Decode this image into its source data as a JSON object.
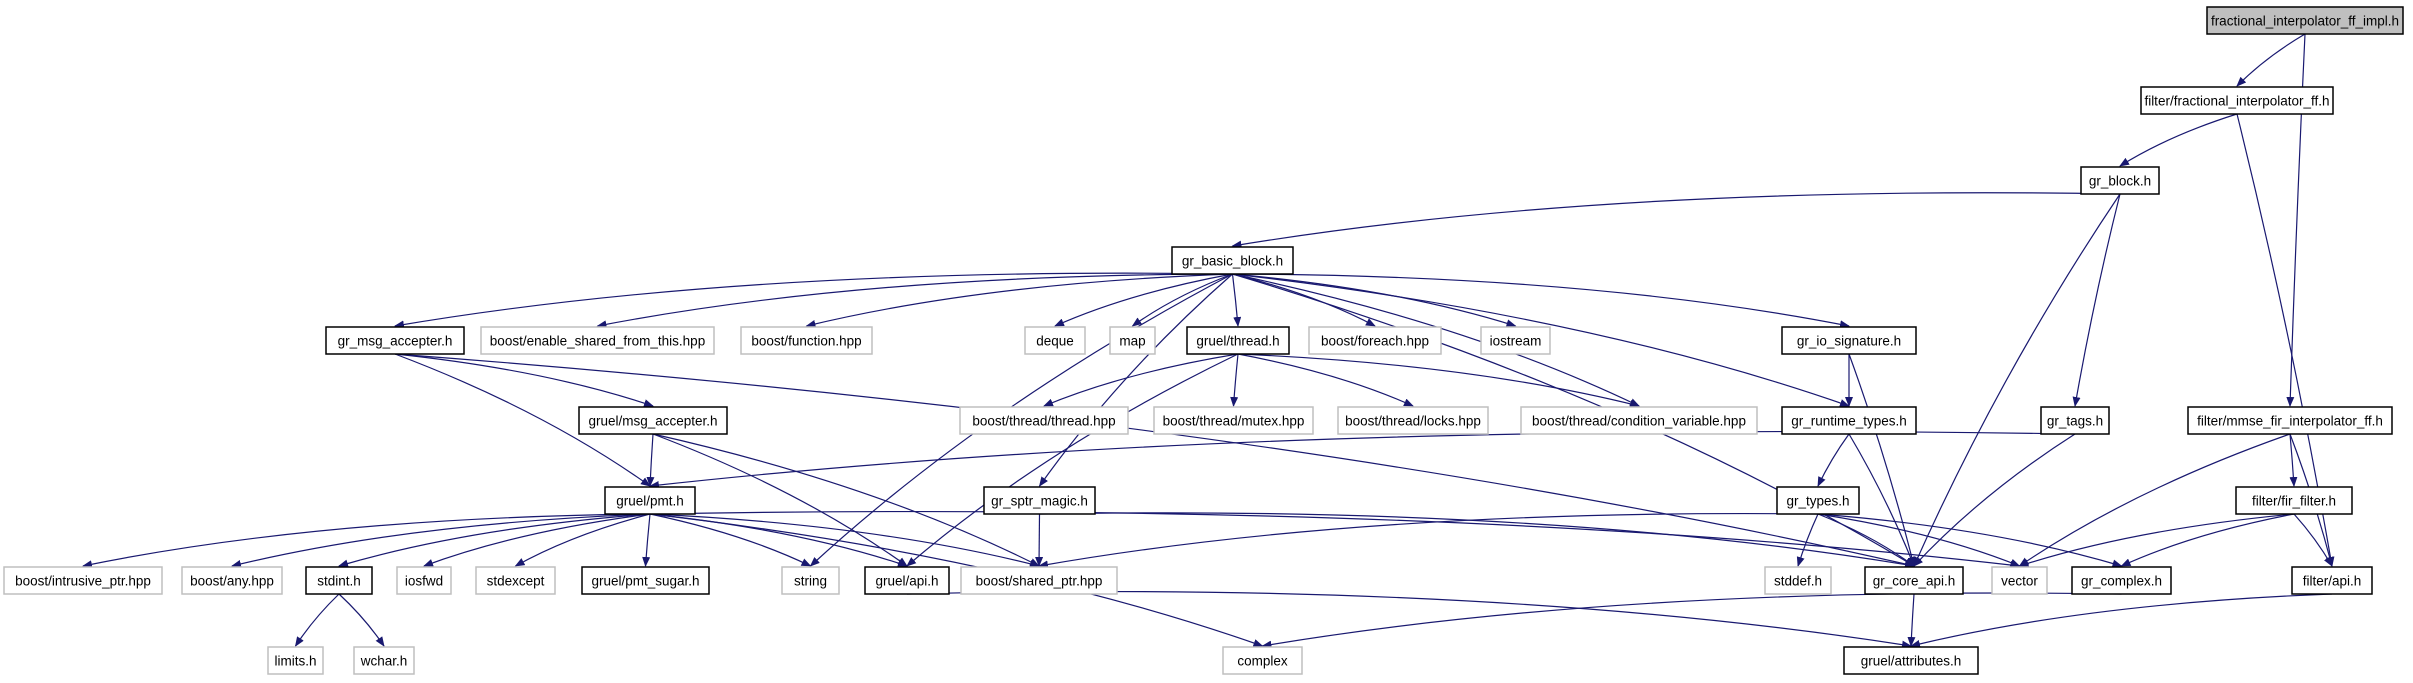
{
  "colors": {
    "background": "#ffffff",
    "edge": "#191970",
    "box_border_strong": "#000000",
    "box_border_weak": "#bfbfbf",
    "box_fill_root": "#bfbfbf",
    "box_fill": "#ffffff",
    "label": "#000000"
  },
  "nodes": [
    {
      "id": "n_root",
      "label": "fractional_interpolator_ff_impl.h",
      "style": "root"
    },
    {
      "id": "n_fif",
      "label": "filter/fractional_interpolator_ff.h",
      "style": "strong"
    },
    {
      "id": "n_grblock",
      "label": "gr_block.h",
      "style": "strong"
    },
    {
      "id": "n_basic",
      "label": "gr_basic_block.h",
      "style": "strong"
    },
    {
      "id": "n_msgacc",
      "label": "gr_msg_accepter.h",
      "style": "strong"
    },
    {
      "id": "n_esft",
      "label": "boost/enable_shared_from_this.hpp",
      "style": "weak"
    },
    {
      "id": "n_bfunc",
      "label": "boost/function.hpp",
      "style": "weak"
    },
    {
      "id": "n_deque",
      "label": "deque",
      "style": "weak"
    },
    {
      "id": "n_map",
      "label": "map",
      "style": "weak"
    },
    {
      "id": "n_gthread",
      "label": "gruel/thread.h",
      "style": "strong"
    },
    {
      "id": "n_bforeach",
      "label": "boost/foreach.hpp",
      "style": "weak"
    },
    {
      "id": "n_iostream",
      "label": "iostream",
      "style": "weak"
    },
    {
      "id": "n_iosig",
      "label": "gr_io_signature.h",
      "style": "strong"
    },
    {
      "id": "n_gmsgacc",
      "label": "gruel/msg_accepter.h",
      "style": "strong"
    },
    {
      "id": "n_bthread",
      "label": "boost/thread/thread.hpp",
      "style": "weak"
    },
    {
      "id": "n_bmutex",
      "label": "boost/thread/mutex.hpp",
      "style": "weak"
    },
    {
      "id": "n_blocks",
      "label": "boost/thread/locks.hpp",
      "style": "weak"
    },
    {
      "id": "n_bcond",
      "label": "boost/thread/condition_variable.hpp",
      "style": "weak"
    },
    {
      "id": "n_rtypes",
      "label": "gr_runtime_types.h",
      "style": "strong"
    },
    {
      "id": "n_tags",
      "label": "gr_tags.h",
      "style": "strong"
    },
    {
      "id": "n_mmse",
      "label": "filter/mmse_fir_interpolator_ff.h",
      "style": "strong"
    },
    {
      "id": "n_pmt",
      "label": "gruel/pmt.h",
      "style": "strong"
    },
    {
      "id": "n_sptr",
      "label": "gr_sptr_magic.h",
      "style": "strong"
    },
    {
      "id": "n_types",
      "label": "gr_types.h",
      "style": "strong"
    },
    {
      "id": "n_firf",
      "label": "filter/fir_filter.h",
      "style": "strong"
    },
    {
      "id": "n_bintr",
      "label": "boost/intrusive_ptr.hpp",
      "style": "weak"
    },
    {
      "id": "n_bany",
      "label": "boost/any.hpp",
      "style": "weak"
    },
    {
      "id": "n_stdint",
      "label": "stdint.h",
      "style": "strong"
    },
    {
      "id": "n_iosfwd",
      "label": "iosfwd",
      "style": "weak"
    },
    {
      "id": "n_stdexcept",
      "label": "stdexcept",
      "style": "weak"
    },
    {
      "id": "n_pmtsugar",
      "label": "gruel/pmt_sugar.h",
      "style": "strong"
    },
    {
      "id": "n_string",
      "label": "string",
      "style": "weak"
    },
    {
      "id": "n_gapi",
      "label": "gruel/api.h",
      "style": "strong"
    },
    {
      "id": "n_bshared",
      "label": "boost/shared_ptr.hpp",
      "style": "weak"
    },
    {
      "id": "n_stddef",
      "label": "stddef.h",
      "style": "weak"
    },
    {
      "id": "n_coreapi",
      "label": "gr_core_api.h",
      "style": "strong"
    },
    {
      "id": "n_vector",
      "label": "vector",
      "style": "weak"
    },
    {
      "id": "n_complex",
      "label": "gr_complex.h",
      "style": "strong"
    },
    {
      "id": "n_fapi",
      "label": "filter/api.h",
      "style": "strong"
    },
    {
      "id": "n_limits",
      "label": "limits.h",
      "style": "weak"
    },
    {
      "id": "n_wchar",
      "label": "wchar.h",
      "style": "weak"
    },
    {
      "id": "n_cplx",
      "label": "complex",
      "style": "weak"
    },
    {
      "id": "n_attr",
      "label": "gruel/attributes.h",
      "style": "strong"
    }
  ],
  "edges": [
    [
      "n_root",
      "n_fif"
    ],
    [
      "n_root",
      "n_mmse"
    ],
    [
      "n_fif",
      "n_grblock"
    ],
    [
      "n_fif",
      "n_fapi"
    ],
    [
      "n_grblock",
      "n_basic"
    ],
    [
      "n_grblock",
      "n_tags"
    ],
    [
      "n_grblock",
      "n_coreapi"
    ],
    [
      "n_basic",
      "n_msgacc"
    ],
    [
      "n_basic",
      "n_esft"
    ],
    [
      "n_basic",
      "n_bfunc"
    ],
    [
      "n_basic",
      "n_deque"
    ],
    [
      "n_basic",
      "n_map"
    ],
    [
      "n_basic",
      "n_gthread"
    ],
    [
      "n_basic",
      "n_bforeach"
    ],
    [
      "n_basic",
      "n_iostream"
    ],
    [
      "n_basic",
      "n_iosig"
    ],
    [
      "n_basic",
      "n_string"
    ],
    [
      "n_basic",
      "n_sptr"
    ],
    [
      "n_basic",
      "n_bcond"
    ],
    [
      "n_basic",
      "n_rtypes"
    ],
    [
      "n_basic",
      "n_coreapi"
    ],
    [
      "n_msgacc",
      "n_gmsgacc"
    ],
    [
      "n_msgacc",
      "n_pmt"
    ],
    [
      "n_msgacc",
      "n_coreapi"
    ],
    [
      "n_gthread",
      "n_bthread"
    ],
    [
      "n_gthread",
      "n_bmutex"
    ],
    [
      "n_gthread",
      "n_blocks"
    ],
    [
      "n_gthread",
      "n_bcond"
    ],
    [
      "n_gthread",
      "n_gapi"
    ],
    [
      "n_iosig",
      "n_rtypes"
    ],
    [
      "n_iosig",
      "n_coreapi"
    ],
    [
      "n_gmsgacc",
      "n_pmt"
    ],
    [
      "n_gmsgacc",
      "n_gapi"
    ],
    [
      "n_gmsgacc",
      "n_bshared"
    ],
    [
      "n_rtypes",
      "n_types"
    ],
    [
      "n_rtypes",
      "n_coreapi"
    ],
    [
      "n_tags",
      "n_pmt"
    ],
    [
      "n_tags",
      "n_coreapi"
    ],
    [
      "n_mmse",
      "n_firf"
    ],
    [
      "n_mmse",
      "n_fapi"
    ],
    [
      "n_mmse",
      "n_vector"
    ],
    [
      "n_pmt",
      "n_bintr"
    ],
    [
      "n_pmt",
      "n_bany"
    ],
    [
      "n_pmt",
      "n_stdint"
    ],
    [
      "n_pmt",
      "n_iosfwd"
    ],
    [
      "n_pmt",
      "n_stdexcept"
    ],
    [
      "n_pmt",
      "n_pmtsugar"
    ],
    [
      "n_pmt",
      "n_string"
    ],
    [
      "n_pmt",
      "n_gapi"
    ],
    [
      "n_pmt",
      "n_bshared"
    ],
    [
      "n_pmt",
      "n_cplx"
    ],
    [
      "n_pmt",
      "n_vector"
    ],
    [
      "n_sptr",
      "n_bshared"
    ],
    [
      "n_sptr",
      "n_coreapi"
    ],
    [
      "n_types",
      "n_bshared"
    ],
    [
      "n_types",
      "n_stddef"
    ],
    [
      "n_types",
      "n_coreapi"
    ],
    [
      "n_types",
      "n_vector"
    ],
    [
      "n_types",
      "n_complex"
    ],
    [
      "n_firf",
      "n_fapi"
    ],
    [
      "n_firf",
      "n_vector"
    ],
    [
      "n_firf",
      "n_complex"
    ],
    [
      "n_stdint",
      "n_limits"
    ],
    [
      "n_stdint",
      "n_wchar"
    ],
    [
      "n_gapi",
      "n_attr"
    ],
    [
      "n_coreapi",
      "n_attr"
    ],
    [
      "n_complex",
      "n_cplx"
    ],
    [
      "n_fapi",
      "n_attr"
    ]
  ]
}
